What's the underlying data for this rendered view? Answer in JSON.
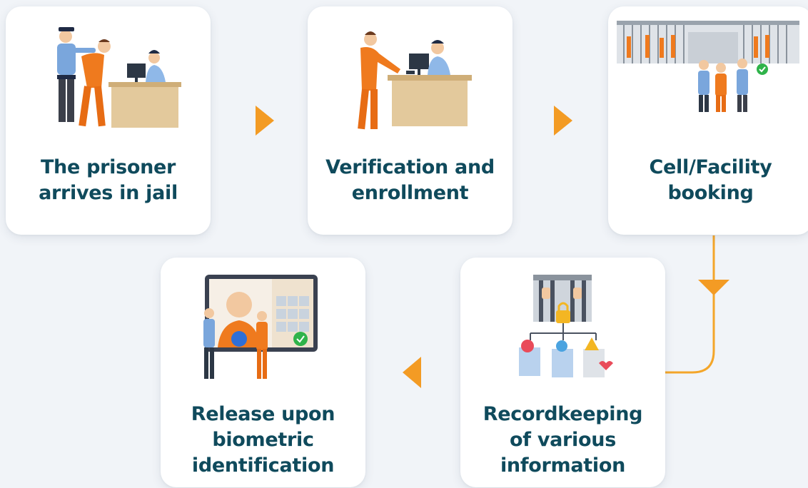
{
  "steps": [
    {
      "id": "arrives",
      "lines": [
        "The prisoner",
        "arrives in jail"
      ]
    },
    {
      "id": "verification",
      "lines": [
        "Verification and",
        "enrollment"
      ]
    },
    {
      "id": "booking",
      "lines": [
        "Cell/Facility",
        "booking"
      ]
    },
    {
      "id": "recordkeeping",
      "lines": [
        "Recordkeeping",
        "of various",
        "information"
      ]
    },
    {
      "id": "release",
      "lines": [
        "Release upon",
        "biometric",
        "identification"
      ]
    }
  ],
  "colors": {
    "label": "#0f4a5c",
    "arrow_start": "#f28a1e",
    "arrow_end": "#f4b63a",
    "card": "#ffffff",
    "background": "#f1f4f8"
  }
}
